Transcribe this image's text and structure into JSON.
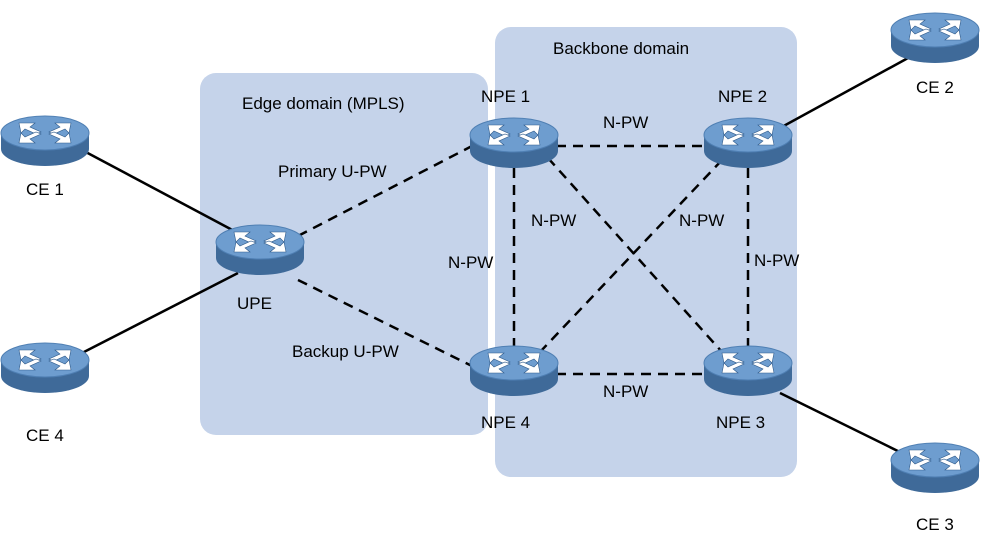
{
  "domains": {
    "edge": "Edge domain (MPLS)",
    "backbone": "Backbone domain"
  },
  "devices": {
    "ce1": "CE 1",
    "ce2": "CE 2",
    "ce3": "CE 3",
    "ce4": "CE 4",
    "upe": "UPE",
    "npe1": "NPE 1",
    "npe2": "NPE 2",
    "npe3": "NPE 3",
    "npe4": "NPE 4"
  },
  "links": {
    "primary_upw": "Primary U-PW",
    "backup_upw": "Backup U-PW",
    "npw_1_2": "N-PW",
    "npw_4_3": "N-PW",
    "npw_1_4": "N-PW",
    "npw_2_3": "N-PW",
    "npw_1_3": "N-PW",
    "npw_2_4": "N-PW"
  },
  "colors": {
    "domain_fill": "#c5d3ea",
    "router_top": "#6e9dcf",
    "router_side": "#3f6a99"
  },
  "icons": {
    "router": "router-icon"
  }
}
